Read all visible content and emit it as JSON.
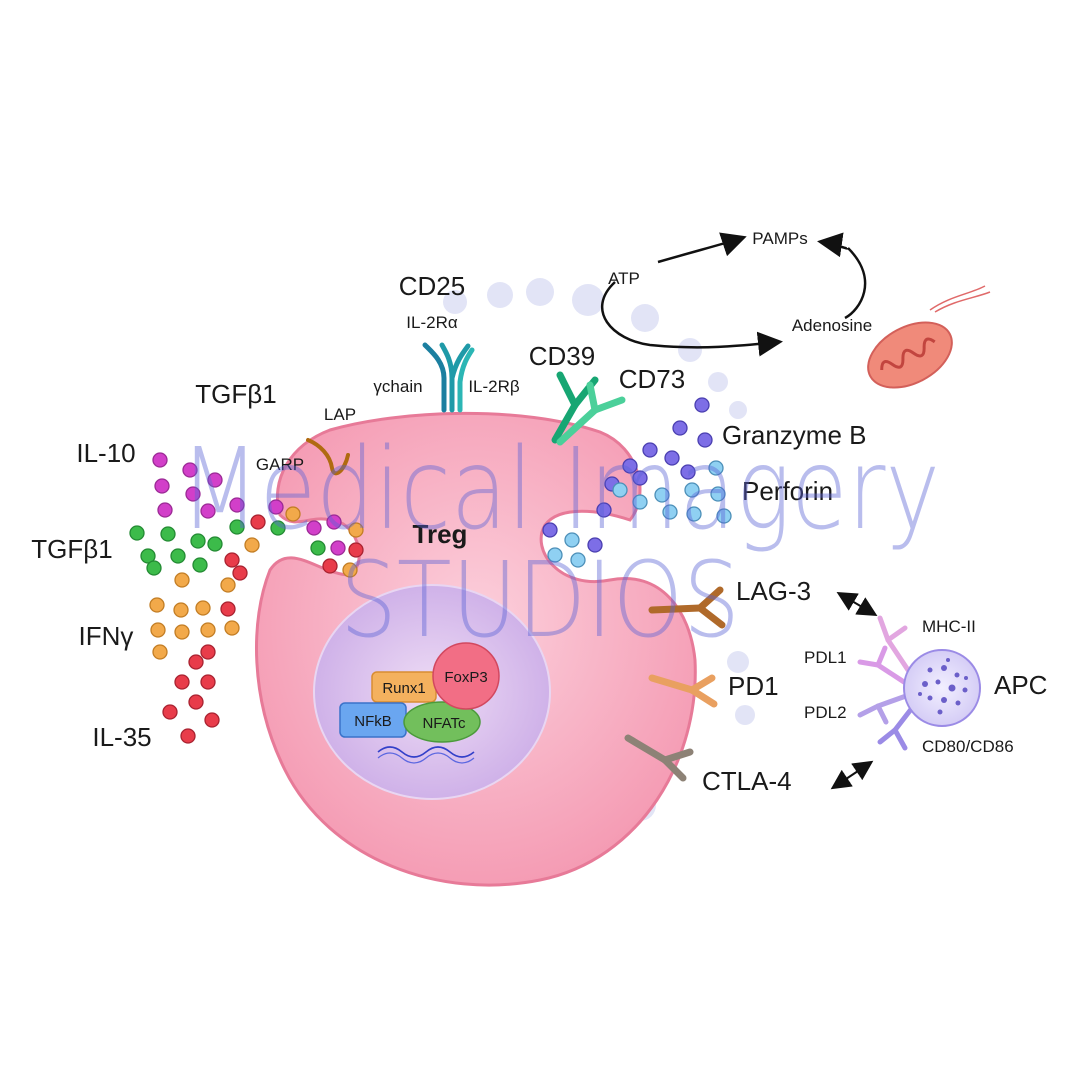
{
  "colors": {
    "cell_membrane": "#f48aa6",
    "cell_fill": "#f7a5bb",
    "nucleus": "#d9b6e8",
    "il10": "#d23fc9",
    "tgfb1": "#3cbb4a",
    "ifng": "#f2a94a",
    "il35": "#e83c4a",
    "granzyme": "#7d6ee6",
    "perforin": "#8fd0f2",
    "cd25": "#1f9aa8",
    "cd39": "#17a673",
    "cd73": "#4bd09a",
    "lag3": "#b06a2a",
    "pd1": "#e9a060",
    "ctla4": "#8d8276",
    "apc": "#b8a9ee",
    "bacterium": "#f08a7a",
    "watermark": "#5b63d6"
  },
  "labels": {
    "cd25": "CD25",
    "il2ra": "IL-2Rα",
    "gchain": "γchain",
    "il2rb": "IL-2Rβ",
    "cd39": "CD39",
    "cd73": "CD73",
    "tgfb1_top": "TGFβ1",
    "lap": "LAP",
    "garp": "GARP",
    "il10": "IL-10",
    "tgfb1": "TGFβ1",
    "ifng": "IFNγ",
    "il35": "IL-35",
    "treg": "Treg",
    "granzyme": "Granzyme B",
    "perforin": "Perforin",
    "lag3": "LAG-3",
    "pd1": "PD1",
    "ctla4": "CTLA-4",
    "mhc2": "MHC-II",
    "pdl1": "PDL1",
    "pdl2": "PDL2",
    "apc": "APC",
    "cd80": "CD80/CD86",
    "pamps": "PAMPs",
    "atp": "ATP",
    "adenosine": "Adenosine",
    "runx1": "Runx1",
    "foxp3": "FoxP3",
    "nfkb": "NFkB",
    "nfatc": "NFATc"
  },
  "watermark": {
    "line1": "Medical Imagery",
    "line2": "STUDIOS"
  }
}
